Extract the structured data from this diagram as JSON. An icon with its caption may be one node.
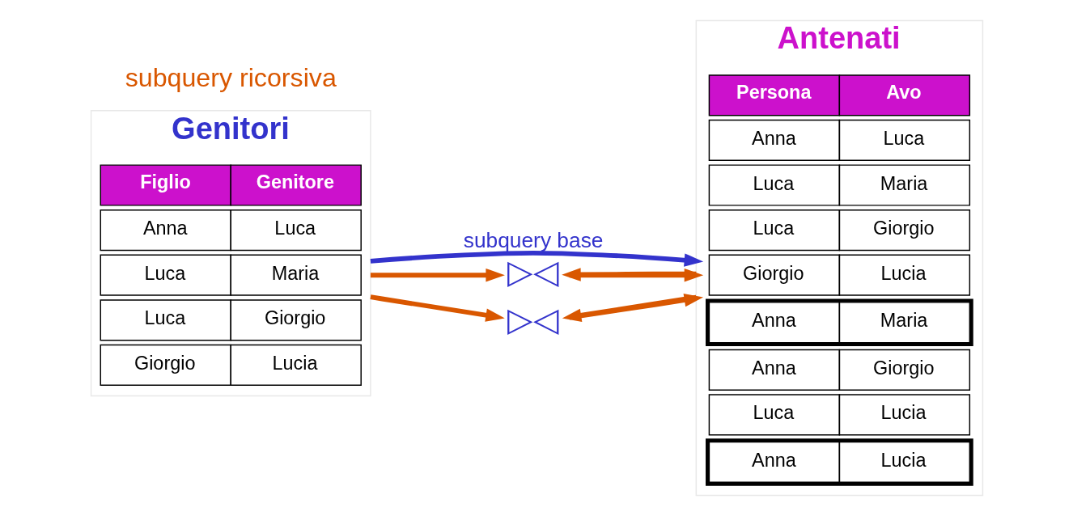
{
  "diagram": {
    "nodes": [
      {
        "text": [
          "Genitori"
        ]
      },
      {
        "text": [
          "Figlio",
          "Genitore"
        ],
        "in": 0
      },
      {
        "text": [
          "Anna",
          "Luca"
        ],
        "in": 0
      },
      {
        "text": [
          "Luca",
          "Maria"
        ],
        "in": 0
      },
      {
        "text": [
          "Luca",
          "Giorgio"
        ],
        "in": 0
      },
      {
        "text": [
          "Giorgio",
          "Lucia"
        ],
        "in": 0
      },
      {
        "text": [
          "Antenati"
        ]
      },
      {
        "text": [
          "Persona",
          "Avo"
        ],
        "in": 6
      },
      {
        "text": [
          "Anna",
          "Luca"
        ],
        "in": 6
      },
      {
        "text": [
          "Luca",
          "Maria"
        ],
        "in": 6
      },
      {
        "text": [
          "Luca",
          "Giorgio"
        ],
        "in": 6
      },
      {
        "text": [
          "Giorgio",
          "Lucia"
        ],
        "in": 6
      },
      {
        "text": [
          "Anna",
          "Maria"
        ],
        "in": 6
      },
      {
        "text": [
          "Anna",
          "Giorgio"
        ],
        "in": 6
      },
      {
        "text": [
          "Luca",
          "Lucia"
        ],
        "in": 6
      },
      {
        "text": [
          "Anna",
          "Lucia"
        ],
        "in": 6
      },
      {
        "text": [
          "▷◁"
        ]
      },
      {
        "text": [
          "▷◁"
        ]
      }
    ],
    "edges": [
      {
        "from": 0,
        "to": 6,
        "arrow": "to",
        "label": "subquery base",
        "color": "#3333cc"
      },
      {
        "from": 0,
        "to": 16,
        "arrow": "to"
      },
      {
        "from": 6,
        "to": 16,
        "arrow": "to"
      },
      {
        "from": 16,
        "to": 6,
        "arrow": "to"
      },
      {
        "from": 0,
        "to": 17,
        "arrow": "to"
      },
      {
        "from": 6,
        "to": 17,
        "arrow": "to"
      },
      {
        "from": 17,
        "to": 6,
        "arrow": "to"
      }
    ],
    "labels": [
      "subquery ricorsiva"
    ]
  }
}
